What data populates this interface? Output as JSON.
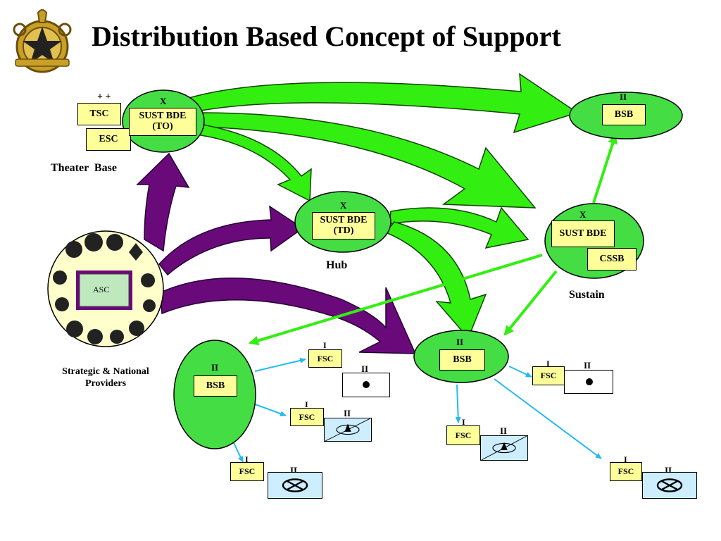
{
  "title": "Distribution Based Concept of Support",
  "theater": {
    "echelon_tsc": "+ +",
    "tsc": "TSC",
    "esc": "ESC",
    "echelon_bde": "X",
    "bde": "SUST BDE (TO)",
    "label": "Theater  Base"
  },
  "hub": {
    "echelon": "X",
    "bde": "SUST BDE (TD)",
    "label": "Hub"
  },
  "sustain": {
    "echelon": "X",
    "bde": "SUST BDE",
    "cssb": "CSSB",
    "label": "Sustain"
  },
  "bsb_top": {
    "echelon": "II",
    "label": "BSB"
  },
  "bsb_center": {
    "echelon": "II",
    "label": "BSB"
  },
  "bsb_left": {
    "echelon": "II",
    "label": "BSB"
  },
  "asc": {
    "label": "ASC",
    "caption": "Strategic & National Providers"
  },
  "units": [
    {
      "fsc": "FSC",
      "fsc_echelon": "I",
      "unit_echelon": "II",
      "symbol": "infantry-dot-icon"
    },
    {
      "fsc": "FSC",
      "fsc_echelon": "I",
      "unit_echelon": "II",
      "symbol": "artillery-icon"
    },
    {
      "fsc": "FSC",
      "fsc_echelon": "I",
      "unit_echelon": "II",
      "symbol": "armor-icon"
    },
    {
      "fsc": "FSC",
      "fsc_echelon": "I",
      "unit_echelon": "II",
      "symbol": "infantry-dot-icon"
    },
    {
      "fsc": "FSC",
      "fsc_echelon": "I",
      "unit_echelon": "II",
      "symbol": "artillery-icon"
    },
    {
      "fsc": "FSC",
      "fsc_echelon": "I",
      "unit_echelon": "II",
      "symbol": "armor-icon"
    }
  ],
  "colors": {
    "green_arrow": "#33ee11",
    "purple_arrow": "#6a0a7a",
    "ellipse_green": "#44dd44",
    "unit_yellow": "#ffff99",
    "cyan_arrow": "#22bbee",
    "symbol_blue": "#cceeff"
  }
}
